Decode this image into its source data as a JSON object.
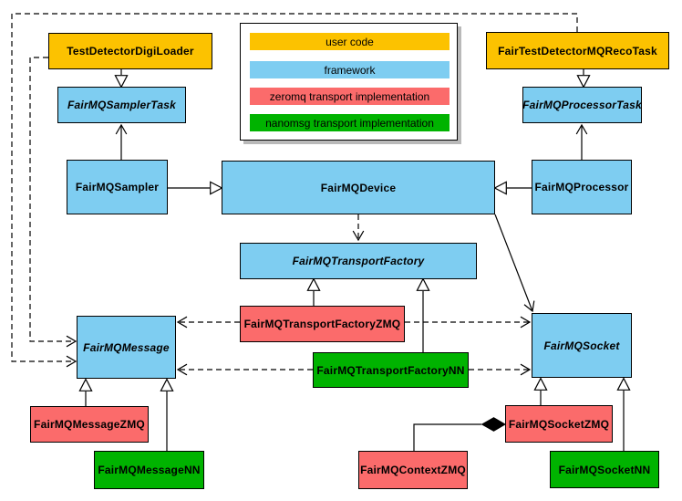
{
  "colors": {
    "user-code": "#FCC200",
    "framework": "#7ECDF1",
    "zeromq": "#FB6B6B",
    "nanomsg": "#00B300",
    "line": "#000000",
    "background": "#FFFFFF"
  },
  "legend": {
    "items": [
      {
        "label": "user code",
        "category": "user-code"
      },
      {
        "label": "framework",
        "category": "framework"
      },
      {
        "label": "zeromq transport implementation",
        "category": "zeromq"
      },
      {
        "label": "nanomsg transport implementation",
        "category": "nanomsg"
      }
    ]
  },
  "nodes": {
    "test_detector_digi_loader": {
      "label": "TestDetectorDigiLoader",
      "category": "user-code",
      "abstract": false
    },
    "fair_test_detector_mq_reco_task": {
      "label": "FairTestDetectorMQRecoTask",
      "category": "user-code",
      "abstract": false
    },
    "fair_mq_sampler_task": {
      "label": "FairMQSamplerTask",
      "category": "framework",
      "abstract": true
    },
    "fair_mq_processor_task": {
      "label": "FairMQProcessorTask",
      "category": "framework",
      "abstract": true
    },
    "fair_mq_sampler": {
      "label": "FairMQSampler",
      "category": "framework",
      "abstract": false
    },
    "fair_mq_device": {
      "label": "FairMQDevice",
      "category": "framework",
      "abstract": false
    },
    "fair_mq_processor": {
      "label": "FairMQProcessor",
      "category": "framework",
      "abstract": false
    },
    "fair_mq_transport_factory": {
      "label": "FairMQTransportFactory",
      "category": "framework",
      "abstract": true
    },
    "fair_mq_transport_factory_zmq": {
      "label": "FairMQTransportFactoryZMQ",
      "category": "zeromq",
      "abstract": false
    },
    "fair_mq_transport_factory_nn": {
      "label": "FairMQTransportFactoryNN",
      "category": "nanomsg",
      "abstract": false
    },
    "fair_mq_message": {
      "label": "FairMQMessage",
      "category": "framework",
      "abstract": true
    },
    "fair_mq_socket": {
      "label": "FairMQSocket",
      "category": "framework",
      "abstract": true
    },
    "fair_mq_message_zmq": {
      "label": "FairMQMessageZMQ",
      "category": "zeromq",
      "abstract": false
    },
    "fair_mq_message_nn": {
      "label": "FairMQMessageNN",
      "category": "nanomsg",
      "abstract": false
    },
    "fair_mq_context_zmq": {
      "label": "FairMQContextZMQ",
      "category": "zeromq",
      "abstract": false
    },
    "fair_mq_socket_zmq": {
      "label": "FairMQSocketZMQ",
      "category": "zeromq",
      "abstract": false
    },
    "fair_mq_socket_nn": {
      "label": "FairMQSocketNN",
      "category": "nanomsg",
      "abstract": false
    }
  },
  "edges": [
    {
      "from": "test_detector_digi_loader",
      "to": "fair_mq_sampler_task",
      "type": "inheritance"
    },
    {
      "from": "fair_test_detector_mq_reco_task",
      "to": "fair_mq_processor_task",
      "type": "inheritance"
    },
    {
      "from": "fair_mq_sampler",
      "to": "fair_mq_sampler_task",
      "type": "association"
    },
    {
      "from": "fair_mq_processor",
      "to": "fair_mq_processor_task",
      "type": "association"
    },
    {
      "from": "fair_mq_sampler",
      "to": "fair_mq_device",
      "type": "inheritance"
    },
    {
      "from": "fair_mq_processor",
      "to": "fair_mq_device",
      "type": "inheritance"
    },
    {
      "from": "fair_mq_device",
      "to": "fair_mq_transport_factory",
      "type": "dependency"
    },
    {
      "from": "fair_mq_device",
      "to": "fair_mq_socket",
      "type": "association"
    },
    {
      "from": "fair_mq_transport_factory_zmq",
      "to": "fair_mq_transport_factory",
      "type": "inheritance"
    },
    {
      "from": "fair_mq_transport_factory_nn",
      "to": "fair_mq_transport_factory",
      "type": "inheritance"
    },
    {
      "from": "fair_mq_transport_factory_zmq",
      "to": "fair_mq_message",
      "type": "dependency"
    },
    {
      "from": "fair_mq_transport_factory_zmq",
      "to": "fair_mq_socket",
      "type": "dependency"
    },
    {
      "from": "fair_mq_transport_factory_nn",
      "to": "fair_mq_message",
      "type": "dependency"
    },
    {
      "from": "fair_mq_transport_factory_nn",
      "to": "fair_mq_socket",
      "type": "dependency"
    },
    {
      "from": "test_detector_digi_loader",
      "to": "fair_mq_message",
      "type": "dependency"
    },
    {
      "from": "fair_test_detector_mq_reco_task",
      "to": "fair_mq_message",
      "type": "dependency"
    },
    {
      "from": "fair_mq_message_zmq",
      "to": "fair_mq_message",
      "type": "inheritance"
    },
    {
      "from": "fair_mq_message_nn",
      "to": "fair_mq_message",
      "type": "inheritance"
    },
    {
      "from": "fair_mq_socket_zmq",
      "to": "fair_mq_socket",
      "type": "inheritance"
    },
    {
      "from": "fair_mq_socket_nn",
      "to": "fair_mq_socket",
      "type": "inheritance"
    },
    {
      "from": "fair_mq_socket_zmq",
      "to": "fair_mq_context_zmq",
      "type": "composition"
    }
  ]
}
